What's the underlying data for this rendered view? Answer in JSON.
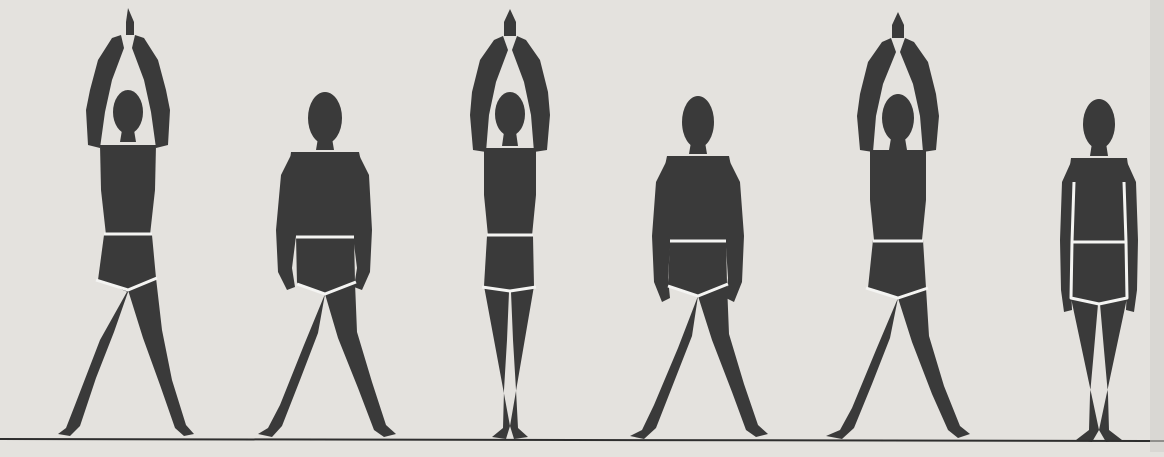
{
  "illustration": {
    "kind": "exercise-sequence",
    "figures": [
      {
        "pose": "arms-raised-legs-apart"
      },
      {
        "pose": "arms-down-legs-apart"
      },
      {
        "pose": "arms-raised-legs-together"
      },
      {
        "pose": "arms-down-legs-apart"
      },
      {
        "pose": "arms-raised-legs-apart"
      },
      {
        "pose": "arms-down-legs-together"
      }
    ],
    "colors": {
      "paper": "#e4e2de",
      "ink": "#3a3a3a",
      "trunk_outline": "#f4f4f2",
      "ground": "#2e2e2e"
    }
  }
}
